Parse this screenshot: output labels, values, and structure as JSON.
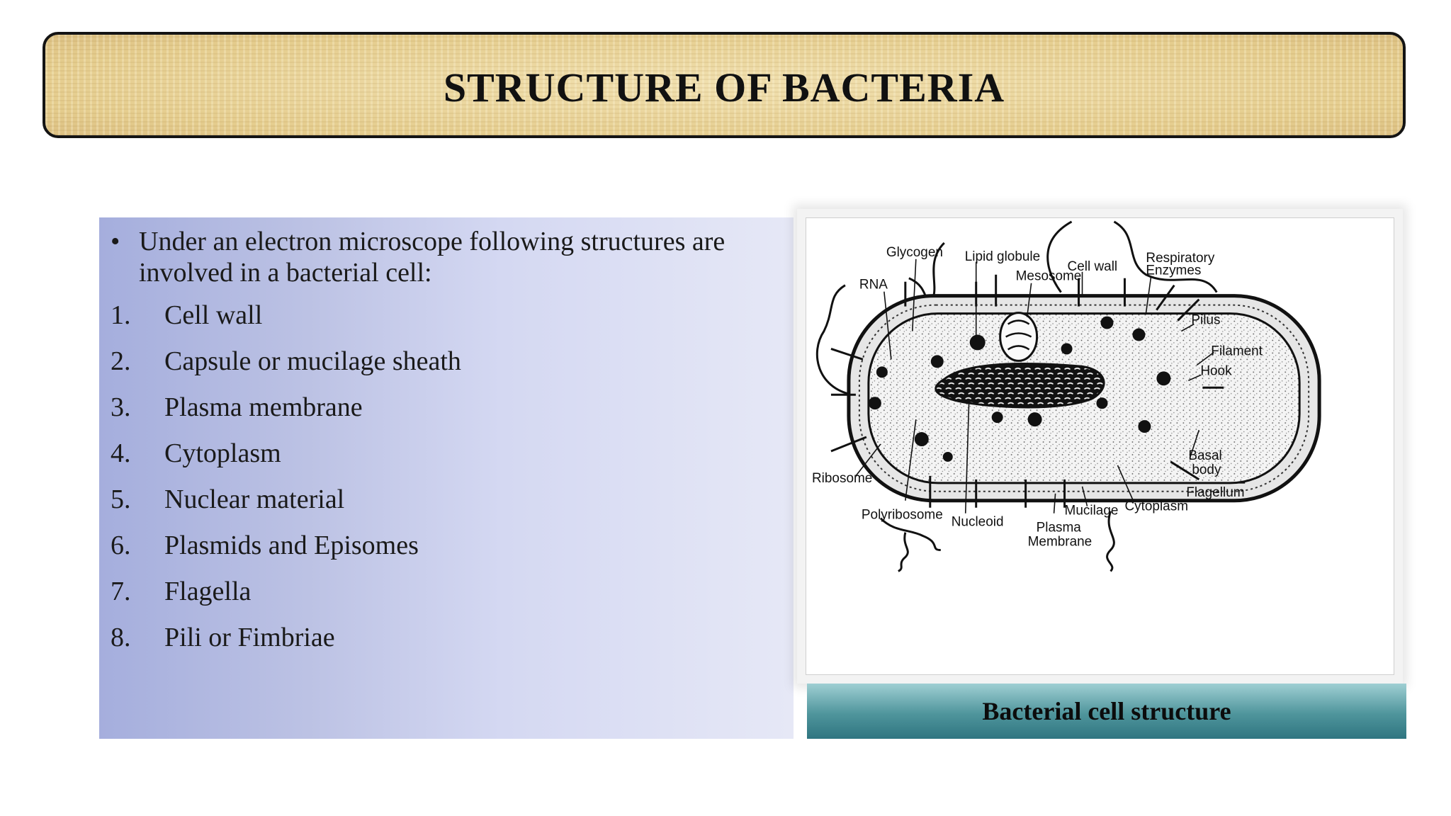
{
  "slide": {
    "title": "STRUCTURE OF BACTERIA",
    "intro": {
      "bullet": "•",
      "text": "Under an electron microscope following structures are involved in a bacterial cell:"
    },
    "items": [
      {
        "num": "1.",
        "label": "Cell wall"
      },
      {
        "num": "2.",
        "label": "Capsule or mucilage sheath"
      },
      {
        "num": "3.",
        "label": "Plasma membrane"
      },
      {
        "num": "4.",
        "label": "Cytoplasm"
      },
      {
        "num": "5.",
        "label": "Nuclear material"
      },
      {
        "num": "6.",
        "label": "Plasmids and Episomes"
      },
      {
        "num": "7.",
        "label": "Flagella"
      },
      {
        "num": "8.",
        "label": "Pili or Fimbriae"
      }
    ],
    "figure": {
      "caption": "Bacterial cell structure",
      "labels": {
        "glycogen": "Glycogen",
        "lipid_globule": "Lipid globule",
        "cell_wall": "Cell wall",
        "mesosome": "Mesosome",
        "rna": "RNA",
        "respiratory": "Respiratory",
        "enzymes": "Enzymes",
        "pilus": "Pilus",
        "filament": "Filament",
        "hook": "Hook",
        "basal": "Basal",
        "body": "body",
        "flagellum": "Flagellum",
        "ribosome": "Ribosome",
        "polyribosome": "Polyribosome",
        "nucleoid": "Nucleoid",
        "plasma": "Plasma",
        "membrane": "Membrane",
        "mucilage": "Mucilage",
        "cytoplasm": "Cytoplasm"
      }
    }
  }
}
